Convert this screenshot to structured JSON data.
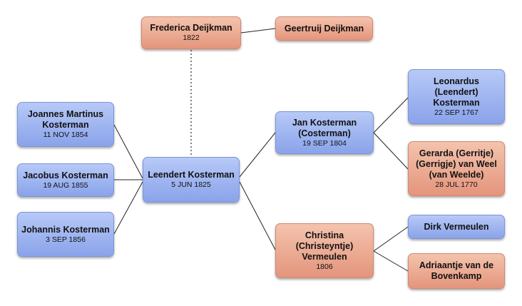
{
  "people": {
    "frederica": {
      "name": "Frederica Deijkman",
      "date": "1822",
      "gender": "female"
    },
    "geertruij": {
      "name": "Geertruij Deijkman",
      "date": "",
      "gender": "female"
    },
    "joannes": {
      "name": "Joannes Martinus Kosterman",
      "date": "11 NOV 1854",
      "gender": "male"
    },
    "jacobus": {
      "name": "Jacobus Kosterman",
      "date": "19 AUG 1855",
      "gender": "male"
    },
    "johannis": {
      "name": "Johannis Kosterman",
      "date": "3 SEP 1856",
      "gender": "male"
    },
    "leendert": {
      "name": "Leendert Kosterman",
      "date": "5 JUN 1825",
      "gender": "male"
    },
    "jan": {
      "name": "Jan Kosterman (Costerman)",
      "date": "19 SEP 1804",
      "gender": "male"
    },
    "christina": {
      "name": "Christina (Christeyntje) Vermeulen",
      "date": "1806",
      "gender": "female"
    },
    "leonardus": {
      "name": "Leonardus (Leendert) Kosterman",
      "date": "22 SEP 1767",
      "gender": "male"
    },
    "gerarda": {
      "name": "Gerarda (Gerritje) (Gerrigje) van Weel (van Weelde)",
      "date": "28 JUL 1770",
      "gender": "female"
    },
    "dirk": {
      "name": "Dirk Vermeulen",
      "date": "",
      "gender": "male"
    },
    "adriaantje": {
      "name": "Adriaantje van de Bovenkamp",
      "date": "",
      "gender": "female"
    }
  },
  "colors": {
    "male_top": "#b7c9f7",
    "male_bottom": "#8aa3ea",
    "female_top": "#f4c3ad",
    "female_bottom": "#e4957c",
    "line": "#222222"
  }
}
